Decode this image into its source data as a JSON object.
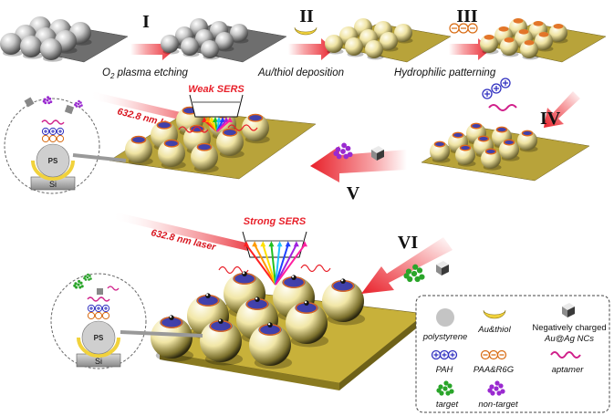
{
  "steps": {
    "s1": {
      "numeral": "I",
      "caption_pre": "O",
      "caption_sub": "2",
      "caption_post": " plasma etching"
    },
    "s2": {
      "numeral": "II",
      "caption": "Au/thiol deposition"
    },
    "s3": {
      "numeral": "III",
      "caption": "Hydrophilic patterning"
    },
    "s4": {
      "numeral": "IV"
    },
    "s5": {
      "numeral": "V"
    },
    "s6": {
      "numeral": "VI"
    }
  },
  "detection": {
    "weak": {
      "sers_label": "Weak SERS",
      "laser_label": "632.8 nm laser"
    },
    "strong": {
      "sers_label": "Strong SERS",
      "laser_label": "632.8 nm laser"
    }
  },
  "inset": {
    "ps_label": "PS",
    "si_label": "Si"
  },
  "legend": {
    "polystyrene": "polystyrene",
    "au_thiol": "Au&thiol",
    "nc_line1": "Negatively charged",
    "nc_line2": "Au@Ag NCs",
    "pah": "PAH",
    "paa": "PAA&R6G",
    "aptamer": "aptamer",
    "target": "target",
    "non_target": "non-target"
  },
  "colors": {
    "substrate_gray": "#6e6e6e",
    "substrate_gold": "#b8a33a",
    "sphere_gold": "#f3e7a6",
    "arrow_red": "#e8202a",
    "pah_blue": "#3030c0",
    "target_green": "#2aa52a",
    "non_target_purple": "#9a2ad0"
  }
}
